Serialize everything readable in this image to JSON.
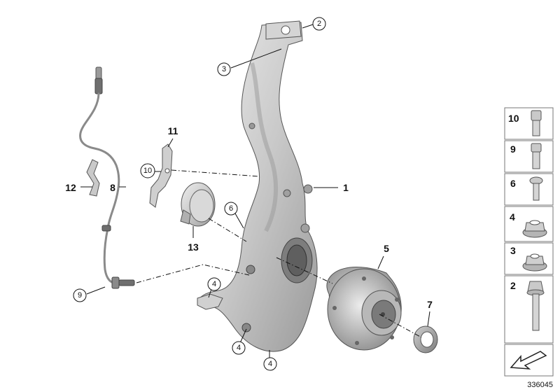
{
  "callouts": {
    "c1": "1",
    "c2": "2",
    "c3": "3",
    "c4a": "4",
    "c4b": "4",
    "c4c": "4",
    "c5": "5",
    "c6": "6",
    "c7": "7",
    "c8": "8",
    "c9": "9",
    "c10": "10",
    "c11": "11",
    "c12": "12",
    "c13": "13"
  },
  "side_panel": {
    "items": [
      {
        "num": "10",
        "icon": "socket-head-bolt-icon"
      },
      {
        "num": "9",
        "icon": "socket-head-bolt-icon"
      },
      {
        "num": "6",
        "icon": "torx-screw-icon"
      },
      {
        "num": "4",
        "icon": "collar-nut-icon"
      },
      {
        "num": "3",
        "icon": "flange-nut-icon"
      },
      {
        "num": "2",
        "icon": "hex-flange-bolt-icon"
      }
    ],
    "arrow_icon": "direction-arrow-icon"
  },
  "reference_id": "336045",
  "colors": {
    "metal_light": "#e2e2e2",
    "metal_mid": "#bdbdbd",
    "metal_dark": "#8c8c8c",
    "line": "#111111"
  }
}
